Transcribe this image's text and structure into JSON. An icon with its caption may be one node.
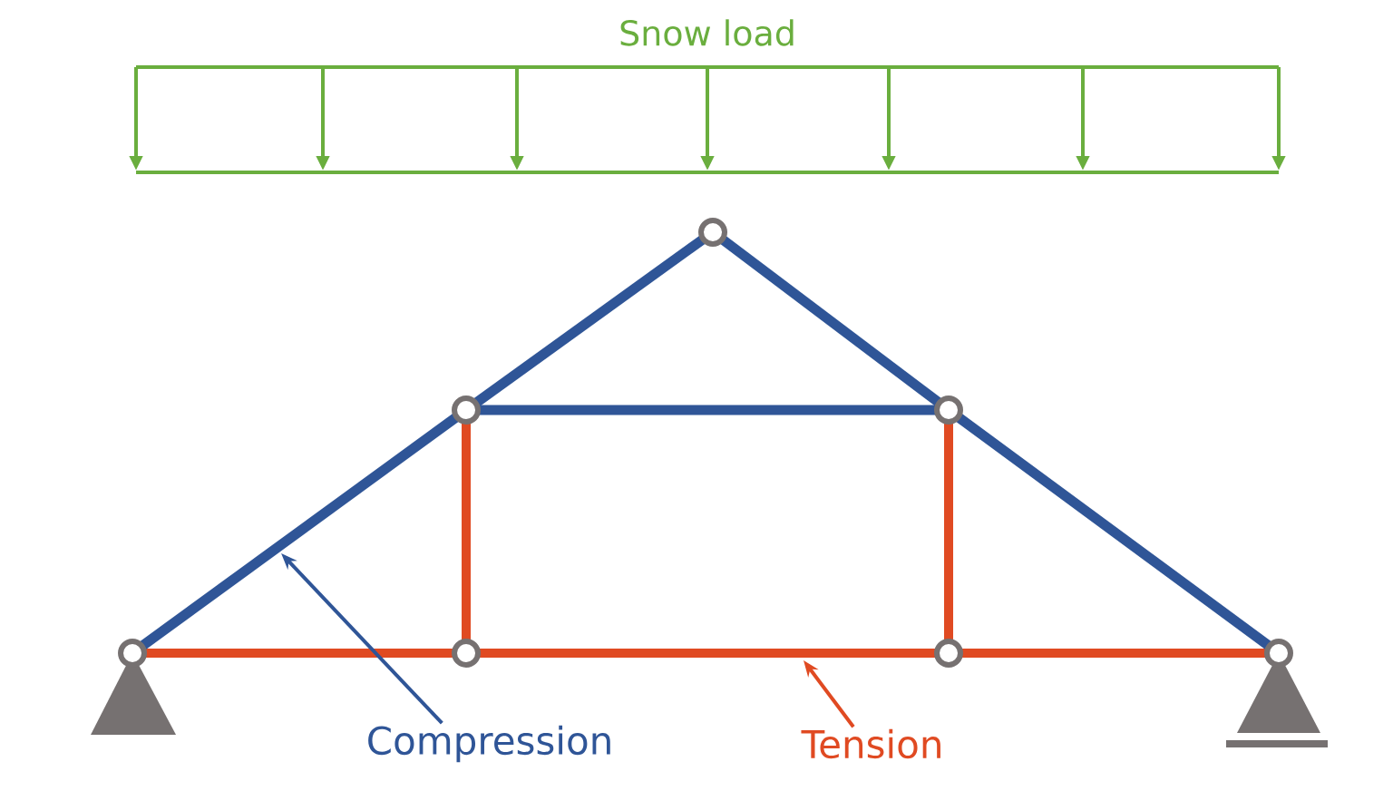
{
  "diagram": {
    "nodes": [
      {
        "text": [
          "Compression"
        ]
      },
      {
        "text": [
          "Tension"
        ]
      }
    ],
    "edges": [
      {
        "from": 0,
        "to": null,
        "arrow": "to",
        "color": "#2f5597"
      },
      {
        "from": 1,
        "to": null,
        "arrow": "to",
        "color": "#e04a22"
      }
    ],
    "labels": [
      "Snow load"
    ]
  }
}
